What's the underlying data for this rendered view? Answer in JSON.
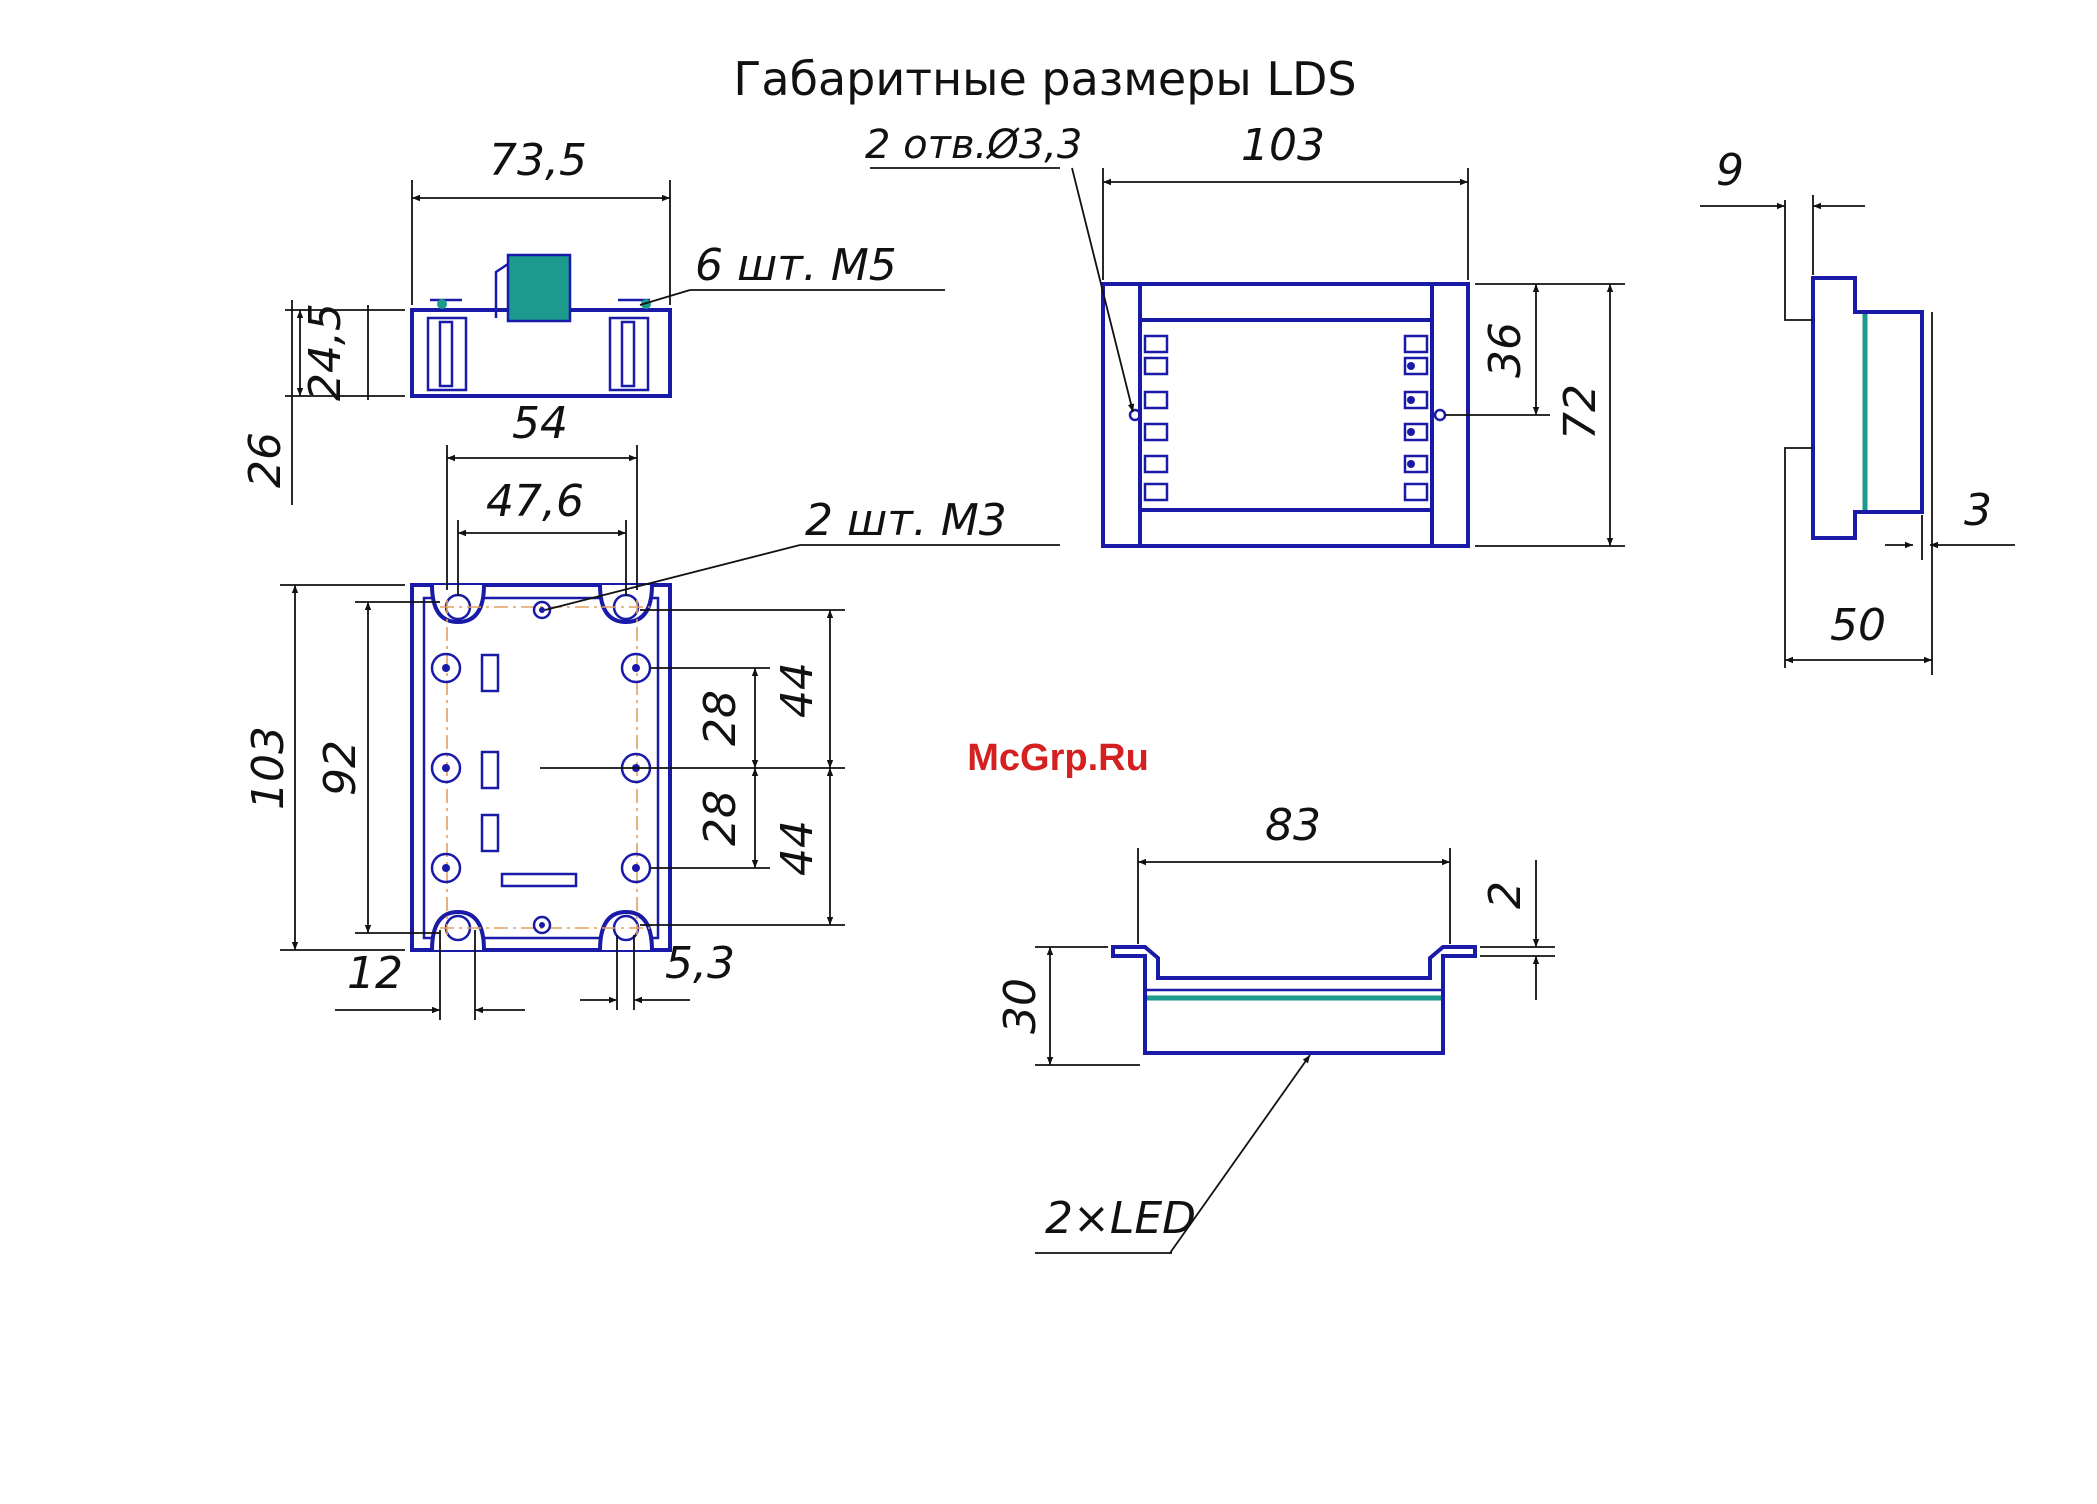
{
  "title": "Габаритные размеры LDS",
  "watermark": "McGrp.Ru",
  "labels": {
    "m5": "6 шт. М5",
    "m3": "2 шт. М3",
    "holes": "2 отв.Ø3,3",
    "led": "2×LED"
  },
  "dimensions": {
    "side_width": "73,5",
    "side_height": "24,5",
    "side_total": "26",
    "top_54": "54",
    "top_476": "47,6",
    "top_103": "103",
    "top_92": "92",
    "top_28a": "28",
    "top_28b": "28",
    "top_44a": "44",
    "top_44b": "44",
    "top_12": "12",
    "top_53": "5,3",
    "front_103": "103",
    "front_36": "36",
    "front_72": "72",
    "end_9": "9",
    "end_3": "3",
    "end_50": "50",
    "bottom_83": "83",
    "bottom_2": "2",
    "bottom_30": "30"
  },
  "colors": {
    "outline": "#1a1aa8",
    "heatsink": "#1d9a8e",
    "watermark": "#d42020"
  }
}
